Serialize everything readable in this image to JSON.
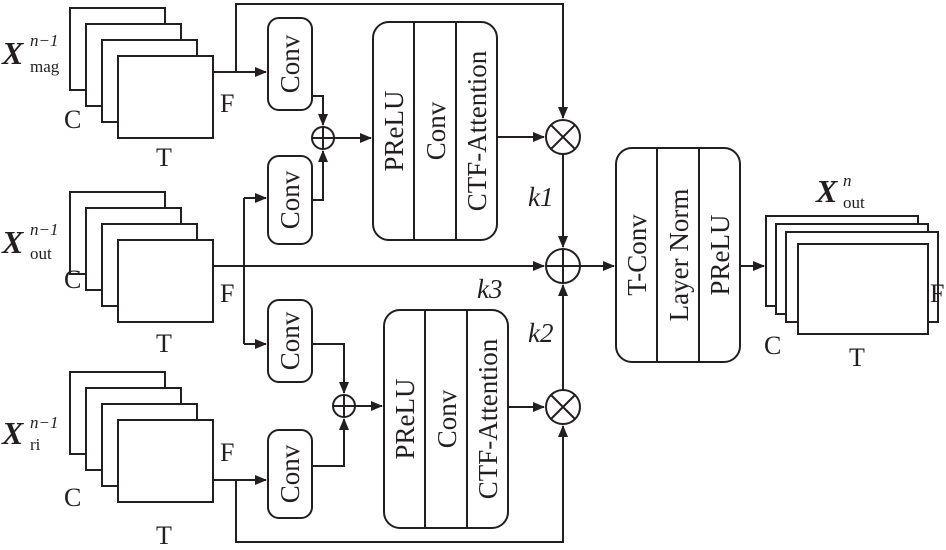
{
  "inputs": {
    "mag": {
      "symbol": "X",
      "sup": "n−1",
      "sub": "mag",
      "c": "C",
      "t": "T",
      "f": "F"
    },
    "out": {
      "symbol": "X",
      "sup": "n−1",
      "sub": "out",
      "c": "C",
      "t": "T",
      "f": "F"
    },
    "ri": {
      "symbol": "X",
      "sup": "n−1",
      "sub": "ri",
      "c": "C",
      "t": "T",
      "f": "F"
    }
  },
  "blocks": {
    "conv": "Conv",
    "prelu": "PReLU",
    "ctf": "CTF-Attention",
    "tconv": "T-Conv",
    "layernorm": "Layer Norm"
  },
  "weights": {
    "k1": "k1",
    "k2": "k2",
    "k3": "k3"
  },
  "output": {
    "symbol": "X",
    "sup": "n",
    "sub": "out",
    "c": "C",
    "t": "T",
    "f": "F"
  },
  "colors": {
    "line": "#231f20",
    "background": "#ffffff"
  }
}
